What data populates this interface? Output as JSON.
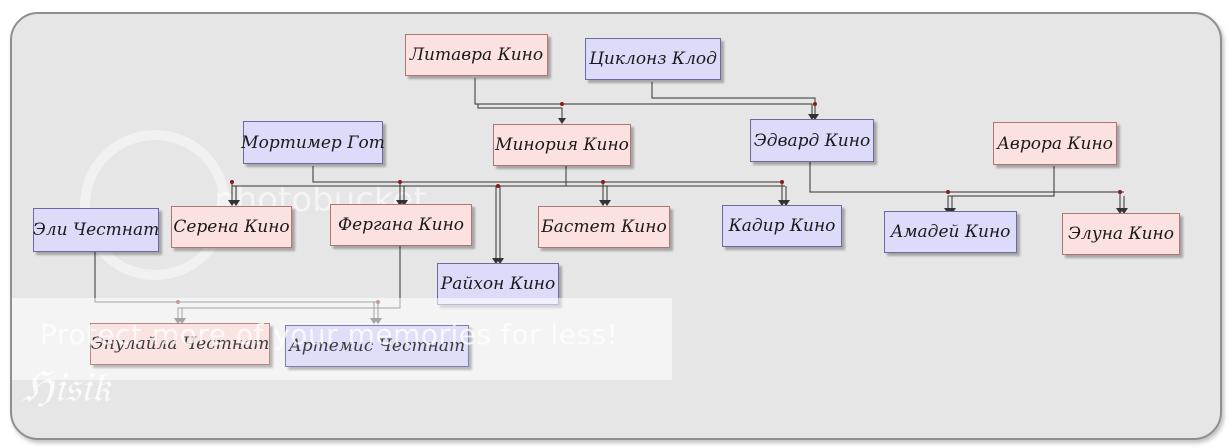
{
  "nodes": [
    {
      "id": "litavra",
      "label": "Литавра Кино",
      "gender": "female"
    },
    {
      "id": "tsiklonz",
      "label": "Циклонз Клод",
      "gender": "male"
    },
    {
      "id": "mortimer",
      "label": "Мортимер Гот",
      "gender": "male"
    },
    {
      "id": "minoria",
      "label": "Минория Кино",
      "gender": "female"
    },
    {
      "id": "edvard",
      "label": "Эдвард Кино",
      "gender": "male"
    },
    {
      "id": "avrora",
      "label": "Аврора Кино",
      "gender": "female"
    },
    {
      "id": "eli",
      "label": "Эли Честнат",
      "gender": "male"
    },
    {
      "id": "serena",
      "label": "Серена Кино",
      "gender": "female"
    },
    {
      "id": "fergana",
      "label": "Фергана Кино",
      "gender": "female"
    },
    {
      "id": "bastet",
      "label": "Бастет Кино",
      "gender": "female"
    },
    {
      "id": "kadir",
      "label": "Кадир Кино",
      "gender": "male"
    },
    {
      "id": "amadey",
      "label": "Амадей Кино",
      "gender": "male"
    },
    {
      "id": "eluna",
      "label": "Элуна Кино",
      "gender": "female"
    },
    {
      "id": "rayhon",
      "label": "Райхон Кино",
      "gender": "male"
    },
    {
      "id": "enulayla",
      "label": "Энулайла Честнат",
      "gender": "female"
    },
    {
      "id": "artemis",
      "label": "Артемис Честнат",
      "gender": "male"
    }
  ],
  "colors": {
    "female_fill": "#fbe2e0",
    "male_fill": "#dcdcfa",
    "line": "#333333",
    "marker": "#8b1a1a"
  },
  "watermark": {
    "logo": "photobucket",
    "promo": "Protect more of your memories for less!"
  }
}
